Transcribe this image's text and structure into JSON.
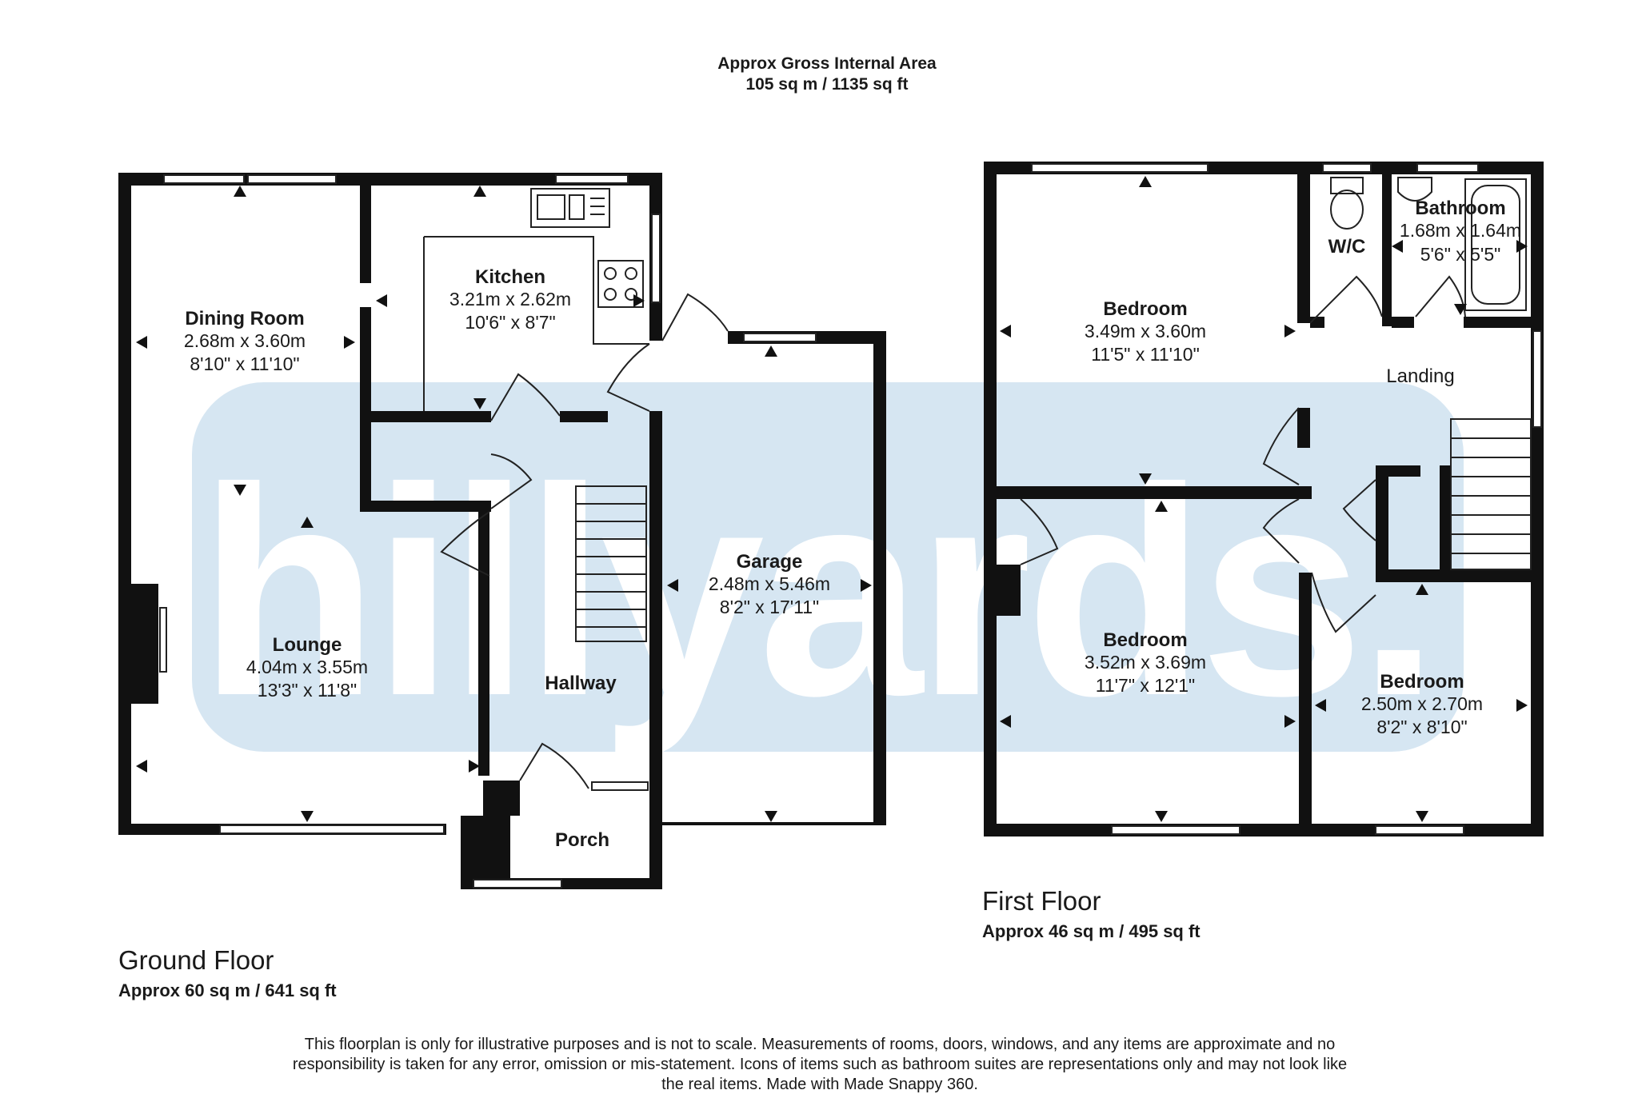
{
  "header": {
    "line1": "Approx Gross Internal Area",
    "line2": "105 sq m / 1135 sq ft"
  },
  "watermark": {
    "text": "hillyards."
  },
  "ground_floor": {
    "name": "Ground Floor",
    "area": "Approx 60 sq m / 641 sq ft",
    "rooms": {
      "dining": {
        "name": "Dining Room",
        "metric": "2.68m x 3.60m",
        "imperial": "8'10\" x 11'10\""
      },
      "kitchen": {
        "name": "Kitchen",
        "metric": "3.21m x 2.62m",
        "imperial": "10'6\" x 8'7\""
      },
      "lounge": {
        "name": "Lounge",
        "metric": "4.04m x 3.55m",
        "imperial": "13'3\" x 11'8\""
      },
      "garage": {
        "name": "Garage",
        "metric": "2.48m x 5.46m",
        "imperial": "8'2\" x 17'11\""
      },
      "hallway": {
        "name": "Hallway"
      },
      "porch": {
        "name": "Porch"
      }
    }
  },
  "first_floor": {
    "name": "First Floor",
    "area": "Approx 46 sq m / 495 sq ft",
    "rooms": {
      "bedroom1": {
        "name": "Bedroom",
        "metric": "3.49m x 3.60m",
        "imperial": "11'5\" x 11'10\""
      },
      "wc": {
        "name": "W/C"
      },
      "bathroom": {
        "name": "Bathroom",
        "metric": "1.68m x 1.64m",
        "imperial": "5'6\" x 5'5\""
      },
      "landing": {
        "name": "Landing"
      },
      "bedroom2": {
        "name": "Bedroom",
        "metric": "3.52m x 3.69m",
        "imperial": "11'7\" x 12'1\""
      },
      "bedroom3": {
        "name": "Bedroom",
        "metric": "2.50m x 2.70m",
        "imperial": "8'2\" x 8'10\""
      }
    }
  },
  "disclaimer": "This floorplan is only for illustrative purposes and is not to scale. Measurements of rooms, doors, windows, and any items are approximate and no responsibility is taken for any error, omission or mis-statement. Icons of items such as bathroom suites are representations only and may not look like the real items. Made with Made Snappy 360.",
  "colors": {
    "wall": "#111111",
    "watermark_bg": "#d6e6f2",
    "watermark_text": "#ffffff"
  }
}
